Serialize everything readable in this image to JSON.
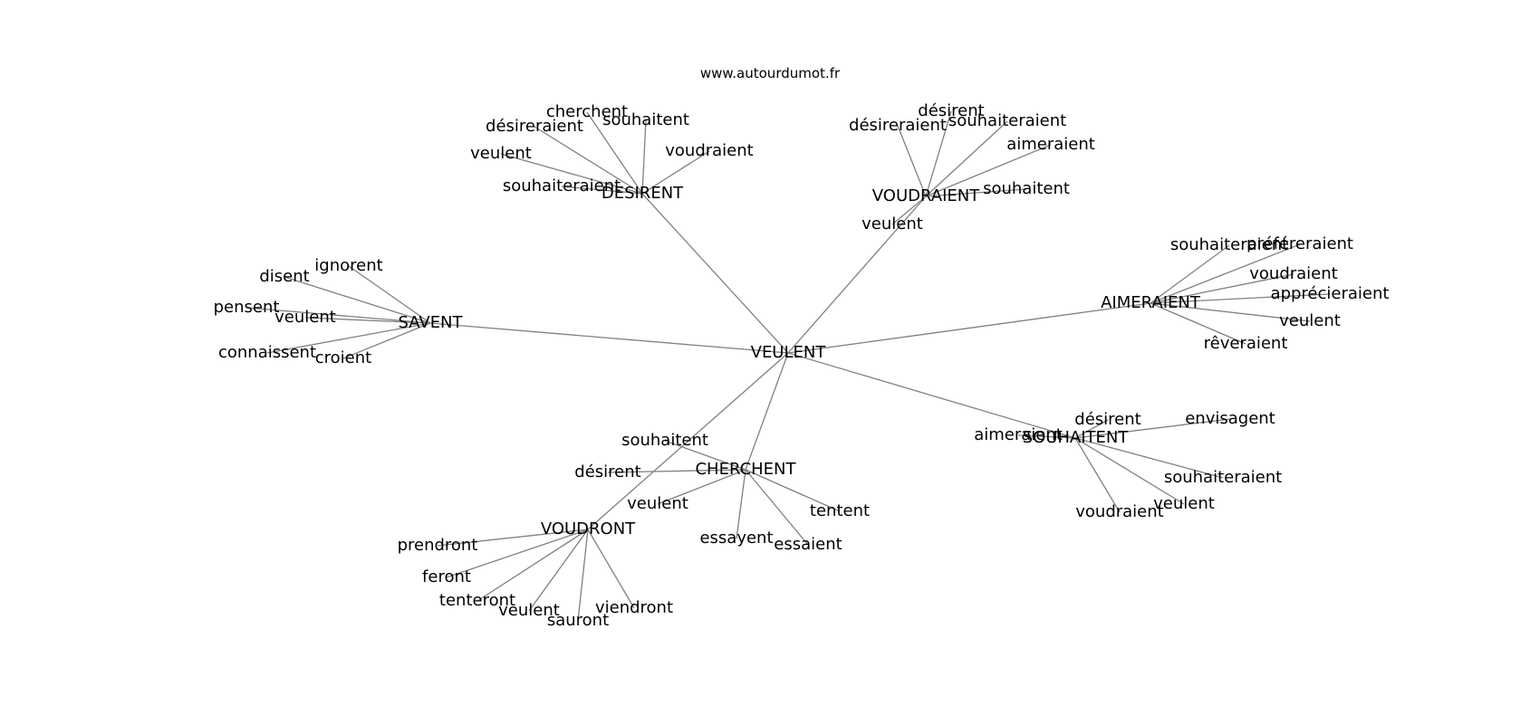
{
  "site": "www.autourdumot.fr",
  "graph": {
    "center": "VEULENT",
    "hubs": [
      {
        "id": "desirent",
        "label": "DESIRENT",
        "leaves": [
          "souhaitent",
          "cherchent",
          "désireraient",
          "veulent",
          "souhaiteraient",
          "voudraient"
        ]
      },
      {
        "id": "voudraient",
        "label": "VOUDRAIENT",
        "leaves": [
          "désirent",
          "désireraient",
          "souhaiteraient",
          "aimeraient",
          "souhaitent",
          "veulent"
        ]
      },
      {
        "id": "savent",
        "label": "SAVENT",
        "leaves": [
          "ignorent",
          "disent",
          "pensent",
          "veulent",
          "connaissent",
          "croient"
        ]
      },
      {
        "id": "aimeraient",
        "label": "AIMERAIENT",
        "leaves": [
          "souhaiteraient",
          "préféreraient",
          "voudraient",
          "apprécieraient",
          "veulent",
          "rêveraient"
        ]
      },
      {
        "id": "souhaitent",
        "label": "SOUHAITENT",
        "leaves": [
          "aimeraient",
          "désirent",
          "envisagent",
          "souhaiteraient",
          "veulent",
          "voudraient"
        ]
      },
      {
        "id": "cherchent",
        "label": "CHERCHENT",
        "leaves": [
          "souhaitent",
          "désirent",
          "veulent",
          "tentent",
          "essayent",
          "essaient"
        ]
      },
      {
        "id": "voudront",
        "label": "VOUDRONT",
        "leaves": [
          "prendront",
          "feront",
          "tenteront",
          "veulent",
          "sauront",
          "viendront"
        ]
      }
    ]
  },
  "colors": {
    "edge": "#808080",
    "text": "#000000",
    "background": "#ffffff"
  }
}
